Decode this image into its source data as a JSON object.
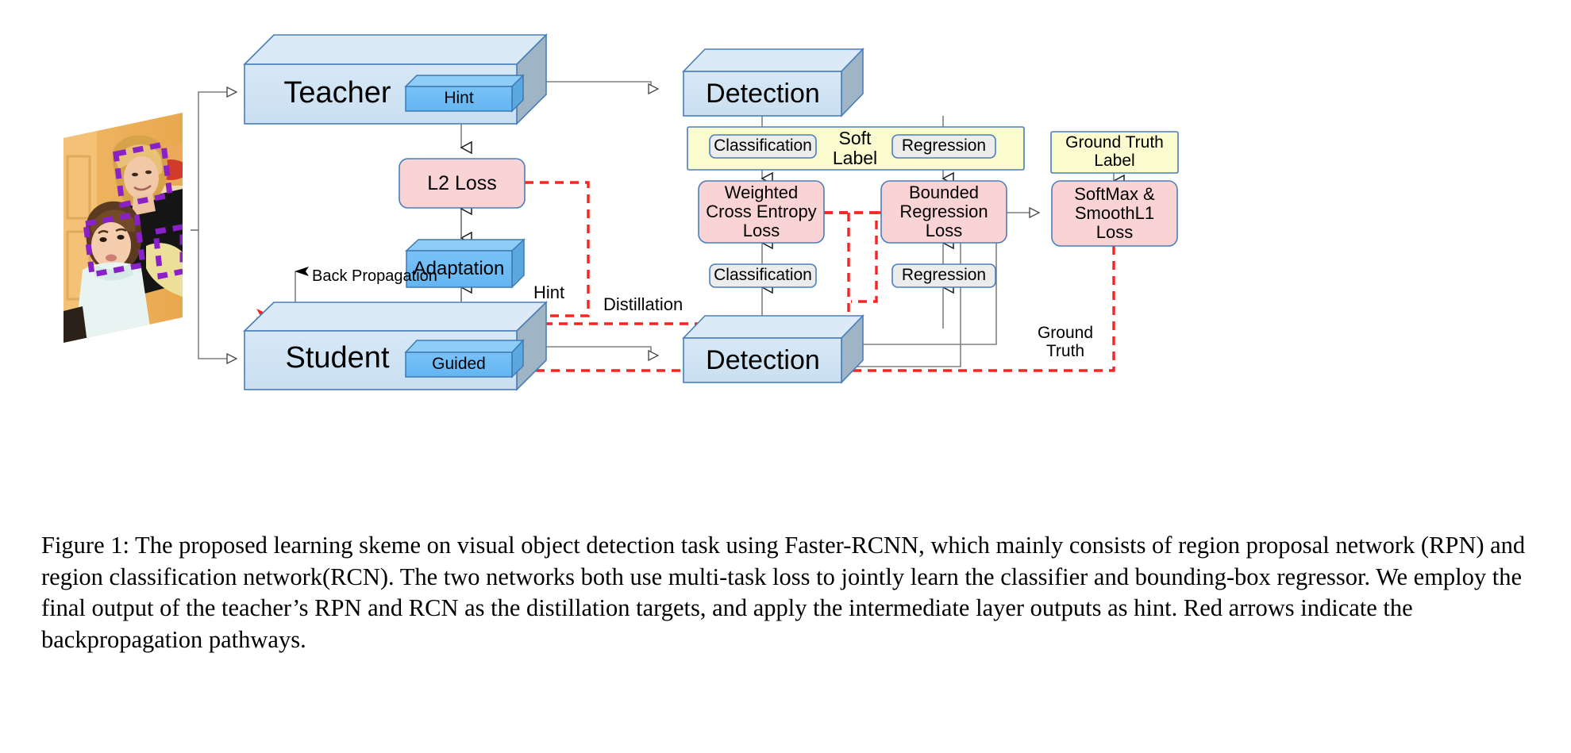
{
  "figure": {
    "blocks3d": [
      {
        "id": "teacher",
        "label": "Teacher"
      },
      {
        "id": "hint",
        "label": "Hint"
      },
      {
        "id": "student",
        "label": "Student"
      },
      {
        "id": "guided",
        "label": "Guided"
      },
      {
        "id": "adaptation",
        "label": "Adaptation"
      },
      {
        "id": "detection_top",
        "label": "Detection"
      },
      {
        "id": "detection_bottom",
        "label": "Detection"
      }
    ],
    "loss_boxes": [
      {
        "id": "l2",
        "label": "L2 Loss"
      },
      {
        "id": "wce",
        "label": "Weighted\nCross Entropy\nLoss"
      },
      {
        "id": "brl",
        "label": "Bounded\nRegression\nLoss"
      },
      {
        "id": "smx",
        "label": "SoftMax &\nSmoothL1\nLoss"
      }
    ],
    "gray_boxes": [
      {
        "id": "cls_soft",
        "label": "Classification"
      },
      {
        "id": "reg_soft",
        "label": "Regression"
      },
      {
        "id": "cls_hard",
        "label": "Classification"
      },
      {
        "id": "reg_hard",
        "label": "Regression"
      }
    ],
    "yellow_boxes": [
      {
        "id": "soft_label_panel",
        "label": "Soft\nLabel"
      },
      {
        "id": "ground_truth_label",
        "label": "Ground Truth\nLabel"
      }
    ],
    "free_labels": [
      {
        "id": "back_propagation",
        "label": "Back Propagation"
      },
      {
        "id": "hint_path",
        "label": "Hint"
      },
      {
        "id": "distillation_path",
        "label": "Distillation"
      },
      {
        "id": "ground_truth_path",
        "label": "Ground\nTruth"
      }
    ],
    "colors": {
      "block_face": "#cfe2f3",
      "block_top": "#dceaf7",
      "block_side": "#9fb4c4",
      "inner_block_face": "#6fbdf5",
      "inner_block_top": "#8ecdf8",
      "inner_block_side": "#5aa8dd",
      "loss_fill": "#fad4d4",
      "gray_fill": "#ececec",
      "yellow_fill": "#fbfbd0",
      "stroke": "#4a7ebb",
      "arrow_line": "#666666",
      "backprop_red": "#fb2222",
      "bbox_purple": "#8a21c8"
    }
  },
  "caption": {
    "figure_number": "Figure 1:",
    "text": " The proposed learning skeme on visual object detection task using Faster-RCNN, which mainly consists of region proposal network (RPN) and region classification network(RCN). The two networks both use multi-task loss to jointly learn the classifier and bounding-box regressor. We employ the final output of the teacher’s RPN and RCN as the distillation targets, and apply the intermediate layer outputs as hint. Red arrows indicate the backpropagation pathways."
  }
}
